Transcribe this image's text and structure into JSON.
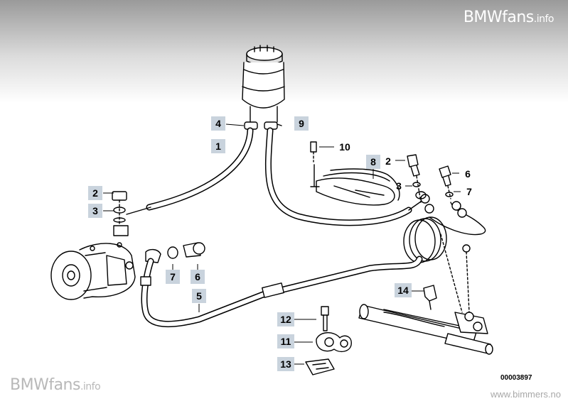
{
  "watermark_top": {
    "brand": "BMWfans",
    "suffix": ".info"
  },
  "watermark_bottom": {
    "brand": "BMWfans",
    "suffix": ".info"
  },
  "website": "www.bimmers.no",
  "diagram_code": "00003897",
  "callouts": [
    {
      "id": "c4",
      "text": "4"
    },
    {
      "id": "c9",
      "text": "9"
    },
    {
      "id": "c1",
      "text": "1"
    },
    {
      "id": "c10",
      "text": "10"
    },
    {
      "id": "c8",
      "text": "8"
    },
    {
      "id": "c2a",
      "text": "2"
    },
    {
      "id": "c6a",
      "text": "6"
    },
    {
      "id": "c3a",
      "text": "3"
    },
    {
      "id": "c7a",
      "text": "7"
    },
    {
      "id": "c2b",
      "text": "2"
    },
    {
      "id": "c3b",
      "text": "3"
    },
    {
      "id": "c7b",
      "text": "7"
    },
    {
      "id": "c6b",
      "text": "6"
    },
    {
      "id": "c5",
      "text": "5"
    },
    {
      "id": "c14",
      "text": "14"
    },
    {
      "id": "c12",
      "text": "12"
    },
    {
      "id": "c11",
      "text": "11"
    },
    {
      "id": "c13",
      "text": "13"
    }
  ]
}
